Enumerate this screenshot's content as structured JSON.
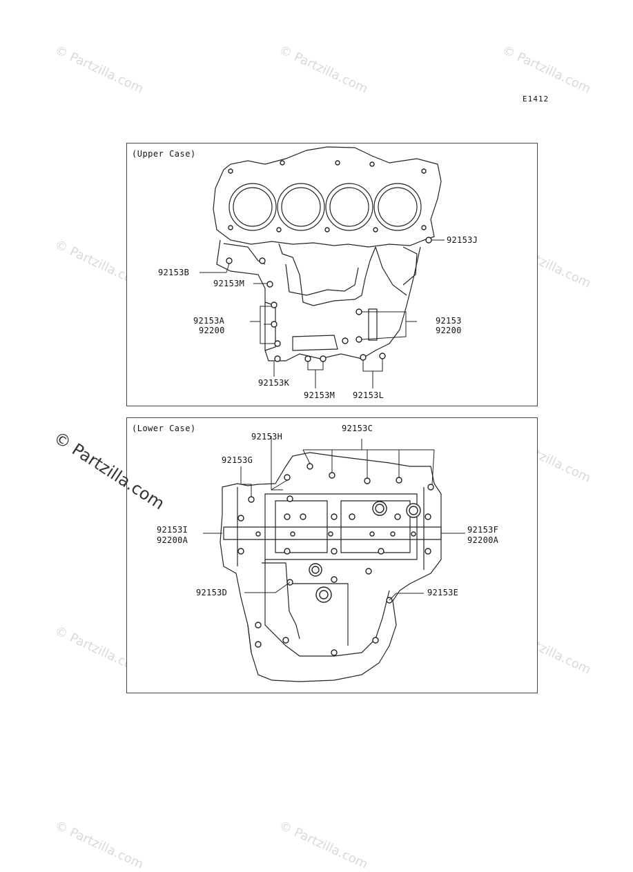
{
  "page_code": "E1412",
  "watermark_text": "© Partzilla.com",
  "upper_case": {
    "title": "(Upper Case)",
    "labels": {
      "j": "92153J",
      "b": "92153B",
      "m_top": "92153M",
      "a": "92153A",
      "a_washer": "92200",
      "plain": "92153",
      "plain_washer": "92200",
      "k": "92153K",
      "m_bottom": "92153M",
      "l": "92153L"
    }
  },
  "lower_case": {
    "title": "(Lower Case)",
    "labels": {
      "h": "92153H",
      "c": "92153C",
      "g": "92153G",
      "i": "92153I",
      "i_washer": "92200A",
      "f": "92153F",
      "f_washer": "92200A",
      "d": "92153D",
      "e": "92153E"
    }
  }
}
